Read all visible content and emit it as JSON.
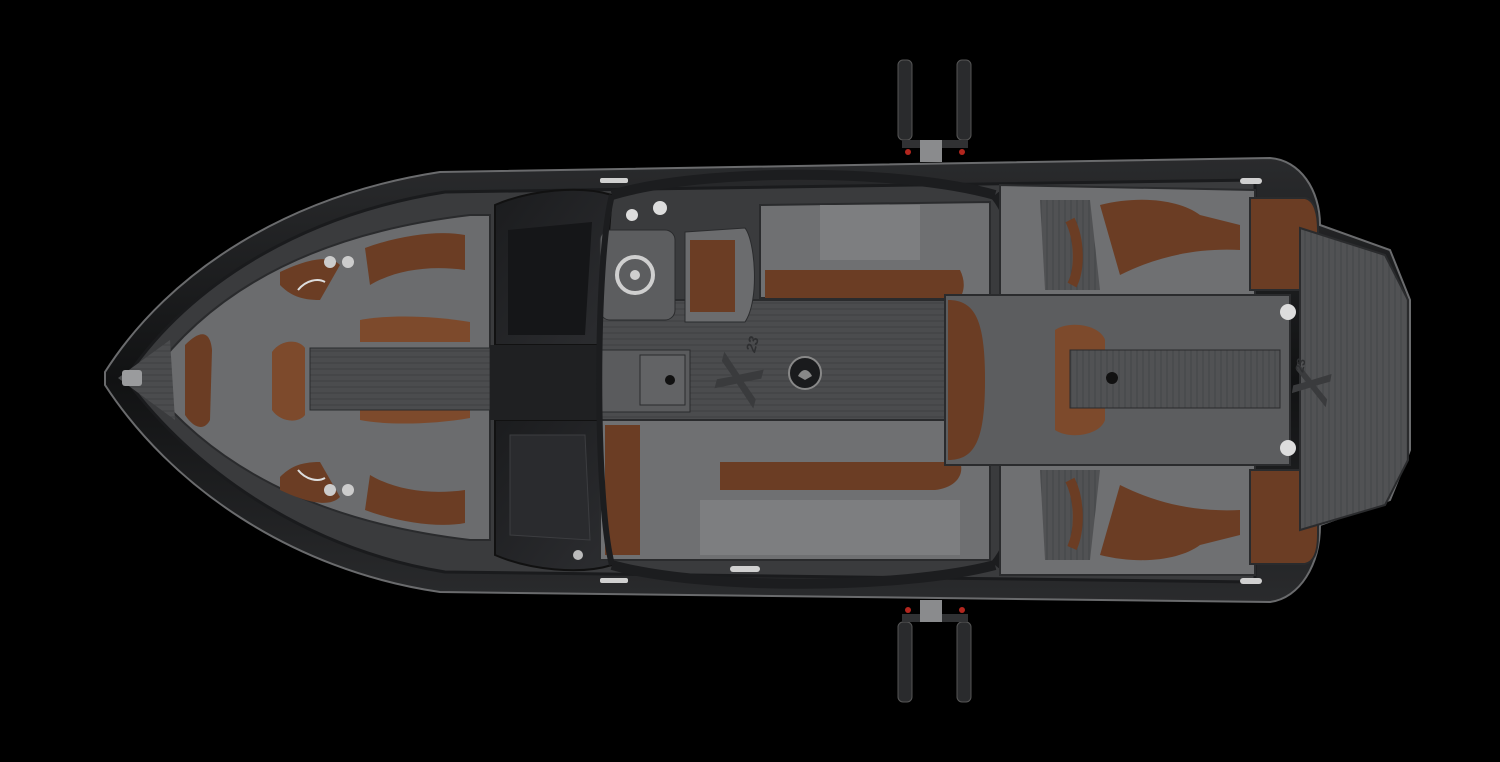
{
  "image": {
    "subject": "boat-top-view",
    "background": "#000000"
  },
  "deck_marks": {
    "main_logo": "X",
    "main_number": "23",
    "stern_logo": "X",
    "stern_number": "23"
  },
  "colors": {
    "hull_black": "#1a1b1d",
    "deck_gray": "#5c5d5f",
    "cushion_gray": "#6f7072",
    "cushion_light": "#7d7e80",
    "leather_brown": "#6b3d24",
    "leather_brown_light": "#7d4a2c",
    "mat_gray": "#4a4b4d",
    "chrome": "#c8c8c8",
    "accent_red": "#b3261e"
  }
}
